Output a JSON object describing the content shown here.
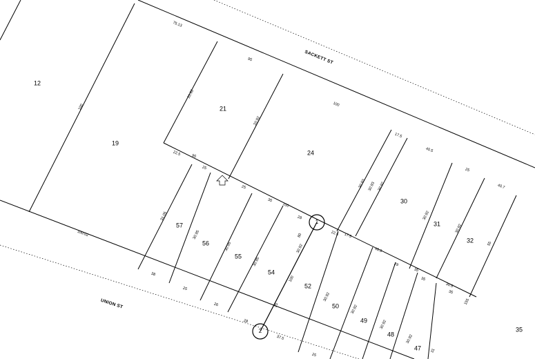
{
  "streets": {
    "north": "SACKETT ST",
    "south": "UNION ST"
  },
  "lots": [
    "12",
    "19",
    "21",
    "24",
    "30",
    "31",
    "32",
    "57",
    "56",
    "55",
    "54",
    "52",
    "50",
    "49",
    "48",
    "47",
    "35"
  ],
  "markers": [
    "1",
    "2"
  ],
  "dimensions": {
    "d_ne_first": "75.13",
    "d_ne_95a": "95",
    "d_ne_100a": "100",
    "d_ne_175": "17.5",
    "d_ne_405": "40.5",
    "d_ne_25": "25",
    "d_ne_407": "40.7",
    "d_w_100a": "100",
    "d_w_100b": "100",
    "d_21_a": "20.92",
    "d_21_b": "20.92",
    "d_jog_225": "22.5",
    "d_jog_95": "95",
    "d_mid_25": "25",
    "d_mid_25b": "25",
    "d_mid_35": "35",
    "d_mid_100": "100",
    "d_mid_28": "28",
    "d_mid_225": "22.5",
    "d_mid_175": "17.5",
    "d_mid_403": "40.3",
    "d_mid_29": "29",
    "d_mid_35b": "35",
    "d_mid_305": "30.5",
    "d_mid_35c": "35",
    "d_mid_155": "155",
    "d_s_10002": "100.02",
    "d_s_38": "38",
    "d_s_25": "25",
    "d_s_26": "26",
    "d_s_28": "28",
    "d_s_375": "37.5",
    "d_s_25b": "25",
    "d_v_57": "31.05",
    "d_v_56": "30.95",
    "d_v_55": "30.95",
    "d_v_54": "30.95",
    "d_v_52": "30.92",
    "d_v_52b": "30.92",
    "d_v_50": "30.92",
    "d_v_49": "30.92",
    "d_v_48": "30.92",
    "d_v_47": "31",
    "d_v_24a": "30.93",
    "d_v_24b": "30.93",
    "d_v_30a": "30.92",
    "d_v_31": "30.92",
    "d_v_32": "30.92",
    "d_v_33": "55",
    "d_seg_a": "80",
    "d_seg_b": "100",
    "d_seg_c": "25"
  }
}
